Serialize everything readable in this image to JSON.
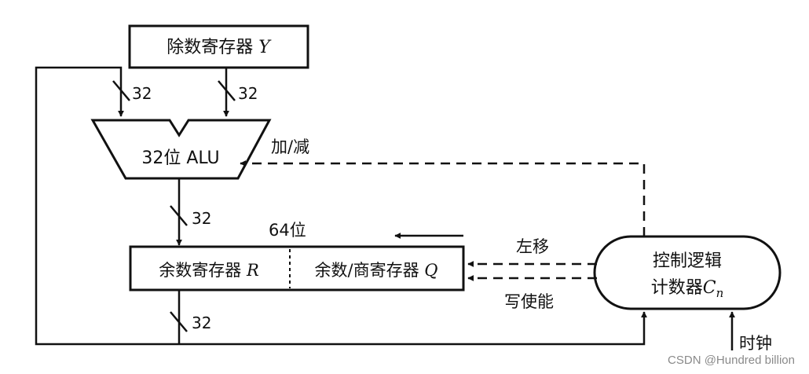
{
  "blocks": {
    "divisor": {
      "text": "除数寄存器 ",
      "var": "Y"
    },
    "alu": {
      "text": "32位 ALU"
    },
    "remainder": {
      "text": "余数寄存器 ",
      "var": "R"
    },
    "quotient": {
      "text": "余数/商寄存器 ",
      "var": "Q"
    },
    "control": {
      "line1": "控制逻辑",
      "line2": "计数器",
      "var": "C",
      "sub": "n"
    }
  },
  "labels": {
    "bus_left": "32",
    "bus_right": "32",
    "bus_alu_out": "32",
    "bus_bottom": "32",
    "add_sub": "加/减",
    "width_64": "64位",
    "shift_left": "左移",
    "write_enable": "写使能",
    "clock": "时钟"
  },
  "watermark": "CSDN @Hundred billion"
}
